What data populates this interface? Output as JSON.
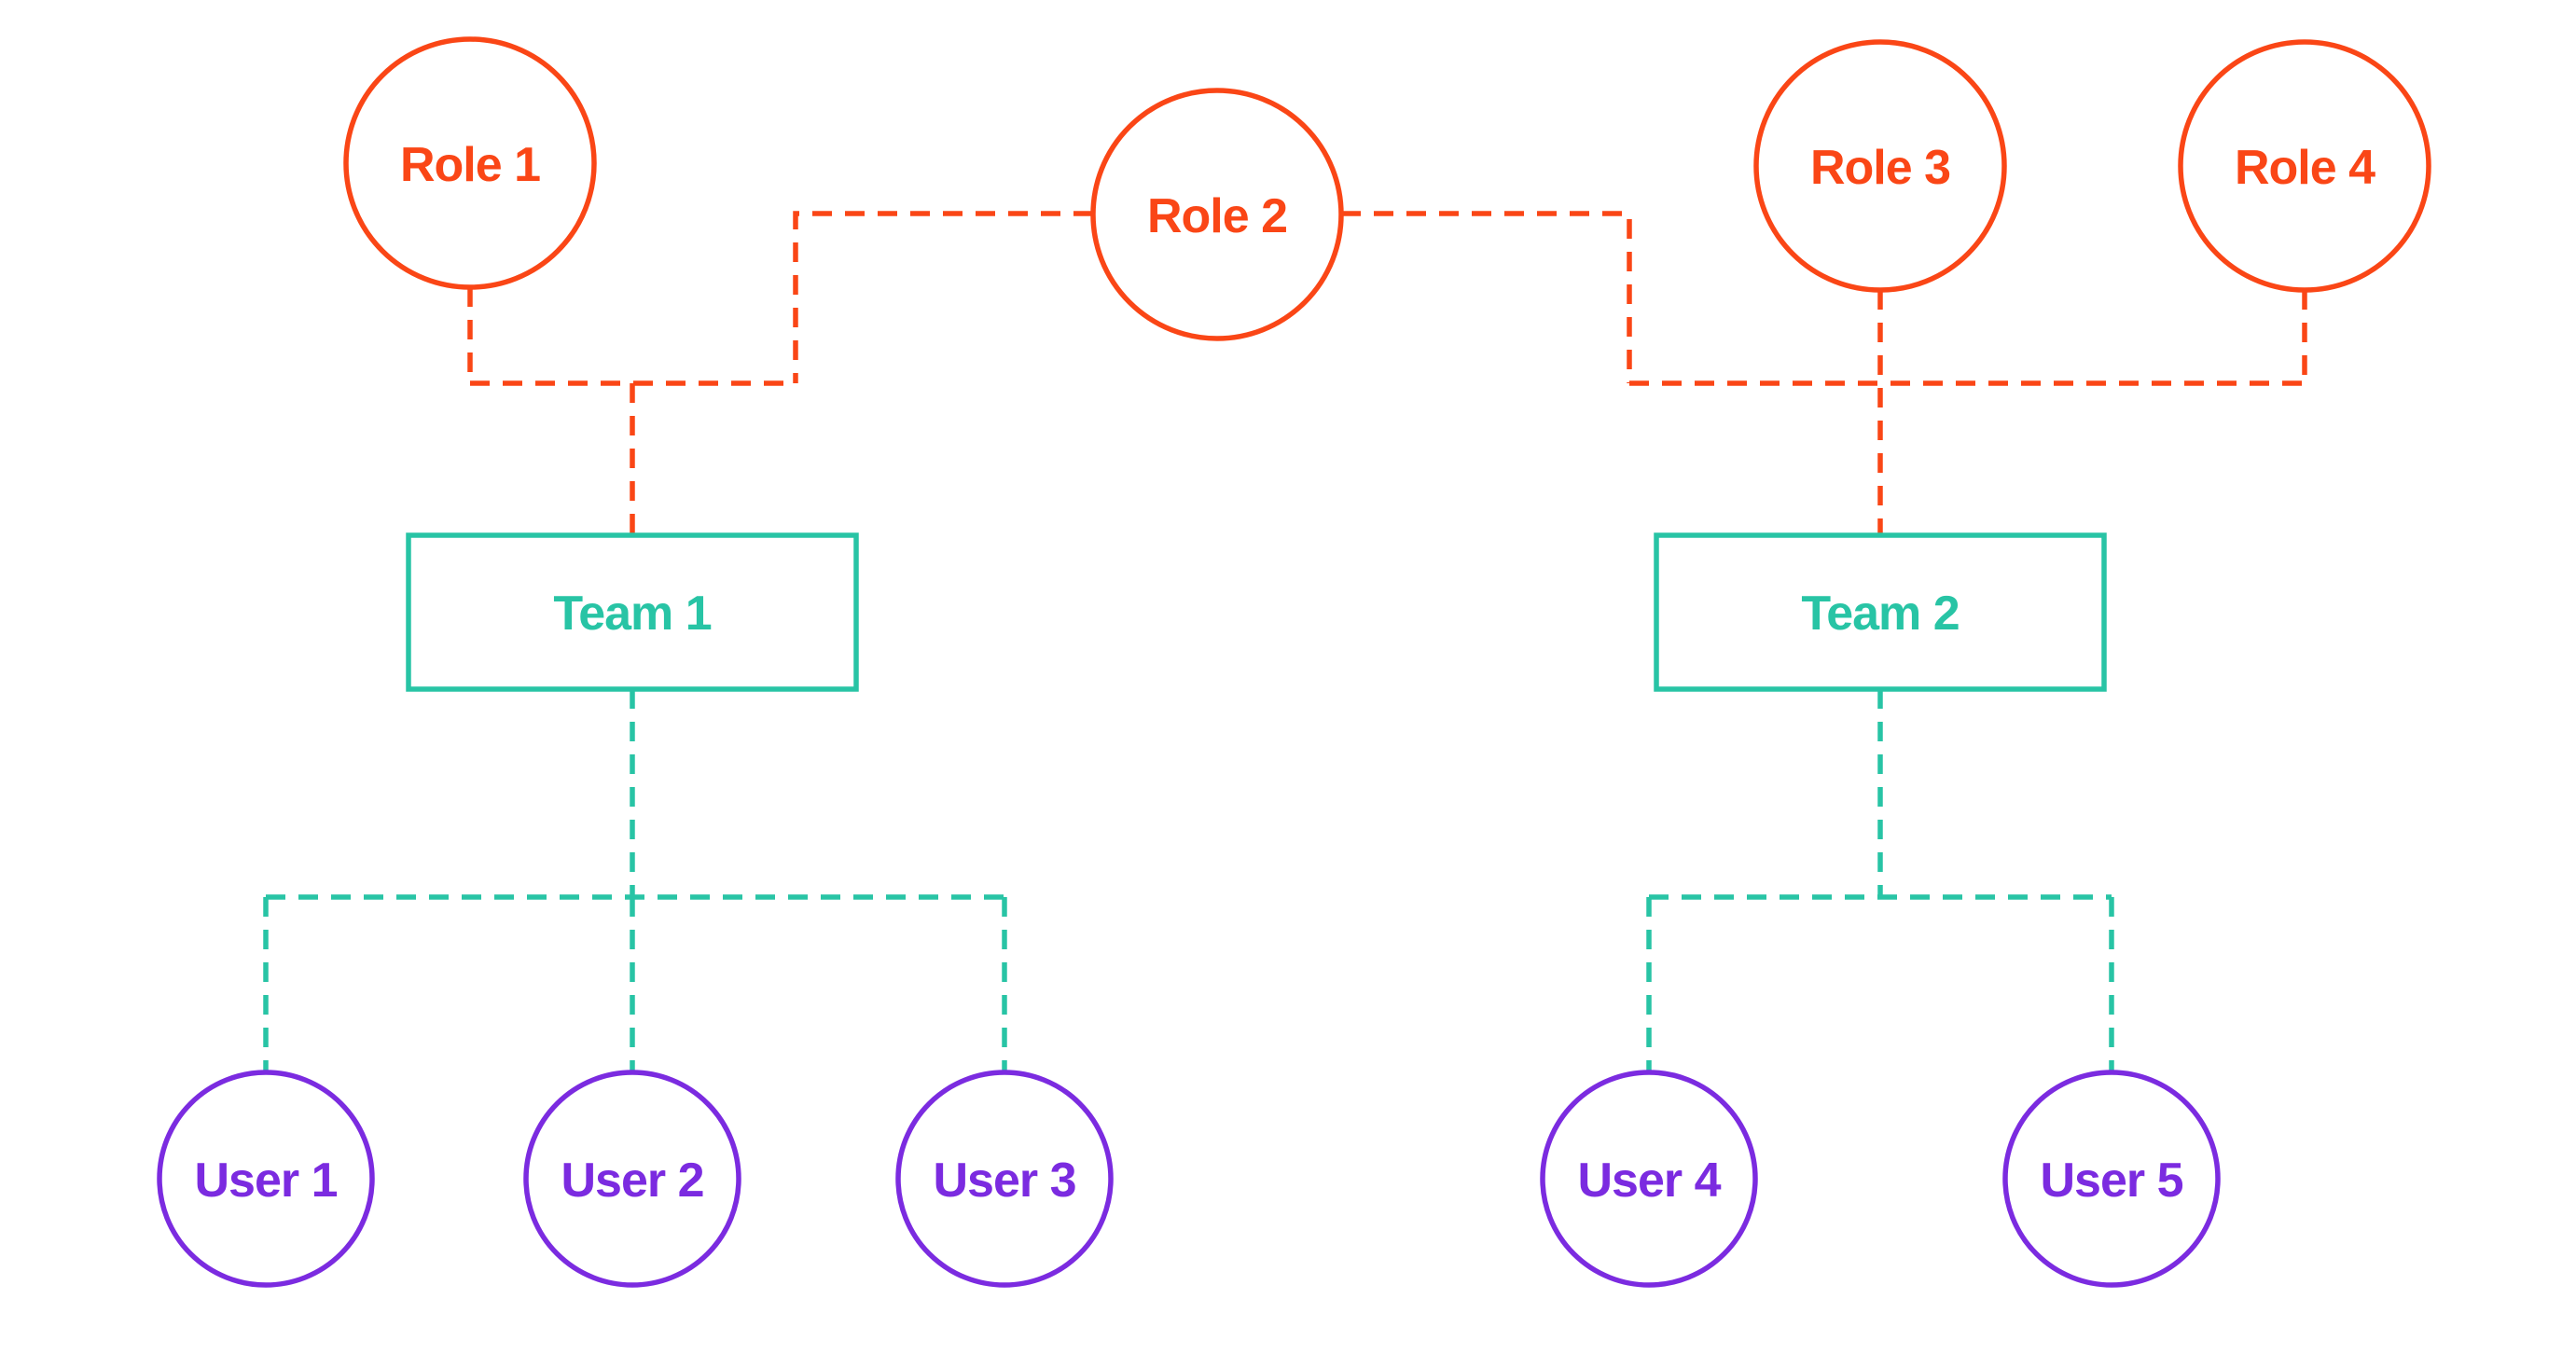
{
  "diagram": {
    "type": "org-hierarchy",
    "colors": {
      "role": "#FA4616",
      "team": "#28C4A5",
      "user": "#7B2BE0",
      "background": "#FFFFFF"
    },
    "roles": [
      {
        "label": "Role 1"
      },
      {
        "label": "Role 2"
      },
      {
        "label": "Role 3"
      },
      {
        "label": "Role 4"
      }
    ],
    "teams": [
      {
        "label": "Team 1"
      },
      {
        "label": "Team 2"
      }
    ],
    "users": [
      {
        "label": "User 1"
      },
      {
        "label": "User 2"
      },
      {
        "label": "User 3"
      },
      {
        "label": "User 4"
      },
      {
        "label": "User 5"
      }
    ],
    "edges": [
      {
        "from": "Role 1",
        "to": "Team 1",
        "style": "dashed"
      },
      {
        "from": "Role 2",
        "to": "Team 1",
        "style": "dashed"
      },
      {
        "from": "Role 2",
        "to": "Team 2",
        "style": "dashed"
      },
      {
        "from": "Role 3",
        "to": "Team 2",
        "style": "dashed"
      },
      {
        "from": "Role 4",
        "to": "Team 2",
        "style": "dashed"
      },
      {
        "from": "Team 1",
        "to": "User 1",
        "style": "dashed"
      },
      {
        "from": "Team 1",
        "to": "User 2",
        "style": "dashed"
      },
      {
        "from": "Team 1",
        "to": "User 3",
        "style": "dashed"
      },
      {
        "from": "Team 2",
        "to": "User 4",
        "style": "dashed"
      },
      {
        "from": "Team 2",
        "to": "User 5",
        "style": "dashed"
      }
    ]
  }
}
